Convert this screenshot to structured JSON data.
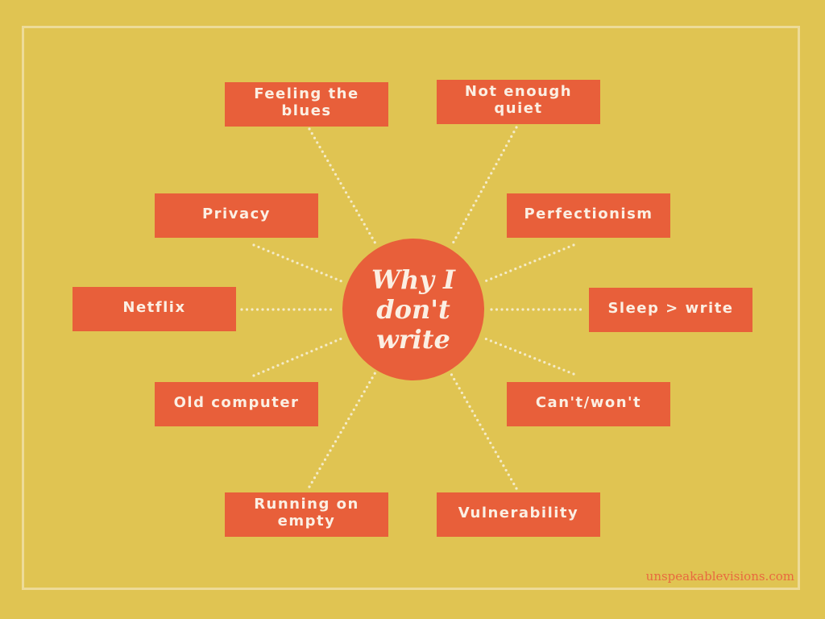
{
  "diagram": {
    "center_title": "Why I don't write",
    "nodes": [
      {
        "id": "feeling-the-blues",
        "label": "Feeling the blues"
      },
      {
        "id": "not-enough-quiet",
        "label": "Not enough quiet"
      },
      {
        "id": "privacy",
        "label": "Privacy"
      },
      {
        "id": "perfectionism",
        "label": "Perfectionism"
      },
      {
        "id": "netflix",
        "label": "Netflix"
      },
      {
        "id": "sleep-write",
        "label": "Sleep > write"
      },
      {
        "id": "old-computer",
        "label": "Old computer"
      },
      {
        "id": "cant-wont",
        "label": "Can't/won't"
      },
      {
        "id": "running-on-empty",
        "label": "Running on empty"
      },
      {
        "id": "vulnerability",
        "label": "Vulnerability"
      }
    ]
  },
  "footer": {
    "watermark": "unspeakablevisions.com"
  },
  "colors": {
    "background": "#E0C452",
    "frame": "#EDDB98",
    "node": "#E85F3A",
    "node_text": "#FBEFE3",
    "connector": "#F4EBC8",
    "watermark": "#E8693F"
  }
}
